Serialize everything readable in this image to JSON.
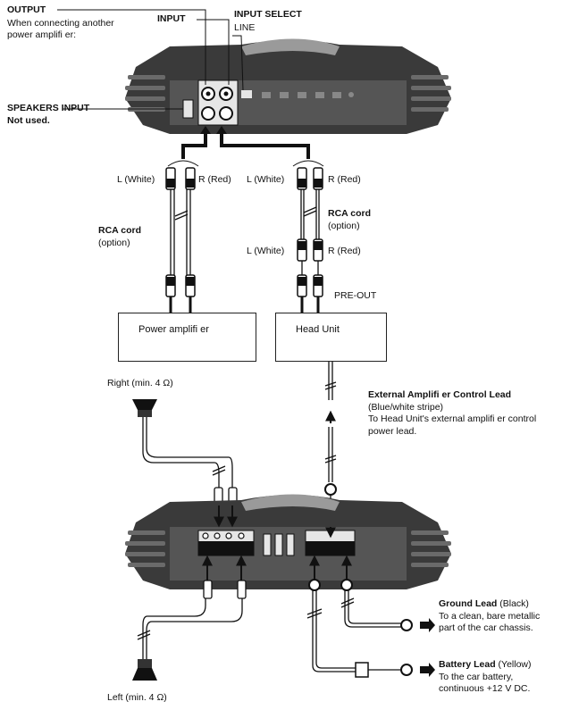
{
  "labels": {
    "output_title": "OUTPUT",
    "output_desc_1": "When connecting another",
    "output_desc_2": "power amplifi er:",
    "input": "INPUT",
    "input_select": "INPUT SELECT",
    "line": "LINE",
    "speakers_input": "SPEAKERS INPUT",
    "not_used": "Not used.",
    "l_white": "L (White)",
    "r_red": "R (Red)",
    "rca_cord": "RCA cord",
    "option": "(option)",
    "pre_out": "PRE-OUT",
    "power_amplifier": "Power amplifi er",
    "head_unit": "Head Unit",
    "right_speaker": "Right (min. 4 Ω)",
    "left_speaker": "Left (min. 4 Ω)"
  },
  "notes": {
    "control_lead": {
      "title": "External Amplifi er Control Lead",
      "lines": [
        "(Blue/white stripe)",
        "To Head Unit's external amplifi er control",
        "power lead."
      ]
    },
    "ground_lead": {
      "title": "Ground Lead",
      "suffix": " (Black)",
      "lines": [
        "To a clean, bare metallic",
        "part of the car chassis."
      ]
    },
    "battery_lead": {
      "title": "Battery Lead",
      "suffix": " (Yellow)",
      "lines": [
        "To the car battery,",
        "continuous +12 V DC."
      ]
    }
  },
  "colors": {
    "ink": "#111111",
    "amp_body": "#3a3a3a",
    "amp_top": "#9a9a9a",
    "panel": "#e6e6e6"
  }
}
